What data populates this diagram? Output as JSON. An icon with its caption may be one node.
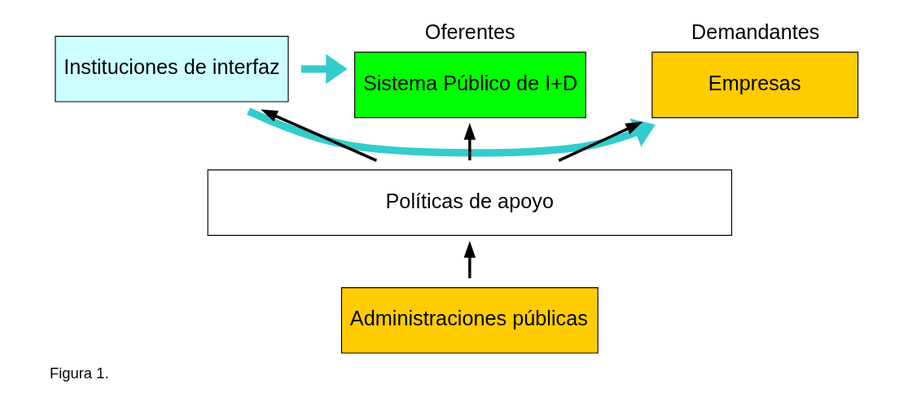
{
  "diagram": {
    "caption": "Figura 1.",
    "nodes": [
      {
        "text": [
          "Empresas"
        ],
        "beside": [
          "Demandantes"
        ]
      },
      {
        "text": [
          "Instituciones de interfaz"
        ]
      },
      {
        "text": [
          "Sistema Público de I+D"
        ],
        "beside": [
          "Oferentes"
        ]
      },
      {
        "text": [
          "Políticas de apoyo"
        ]
      },
      {
        "text": [
          "Administraciones públicas"
        ]
      }
    ],
    "edges": [
      {
        "from": 1,
        "to": 0,
        "arrow": "to",
        "style": "thick",
        "color": "#33cccc"
      },
      {
        "from": 1,
        "to": 2,
        "arrow": "to",
        "style": "thick",
        "color": "#33cccc"
      },
      {
        "from": 3,
        "to": 0,
        "arrow": "to"
      },
      {
        "from": 3,
        "to": 1,
        "arrow": "to"
      },
      {
        "from": 3,
        "to": 2,
        "arrow": "to"
      },
      {
        "from": 4,
        "to": 3,
        "arrow": "to"
      }
    ]
  }
}
